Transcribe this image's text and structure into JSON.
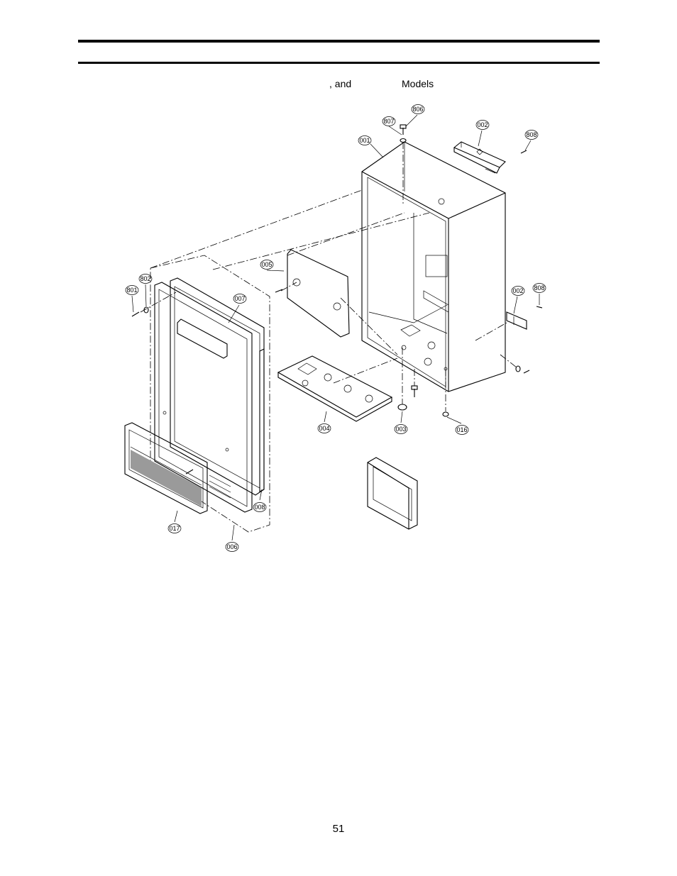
{
  "header": {
    "subtitle_and": ", and",
    "subtitle_models": "Models"
  },
  "parts": {
    "p001": "001",
    "p002a": "002",
    "p002b": "002",
    "p003": "003",
    "p004": "004",
    "p005": "005",
    "p006": "006",
    "p007": "007",
    "p008": "008",
    "p016": "016",
    "p017": "017",
    "p801": "801",
    "p802": "802",
    "p806": "806",
    "p807": "807",
    "p808a": "808",
    "p808b": "808"
  },
  "footer": {
    "page_number": "51"
  }
}
